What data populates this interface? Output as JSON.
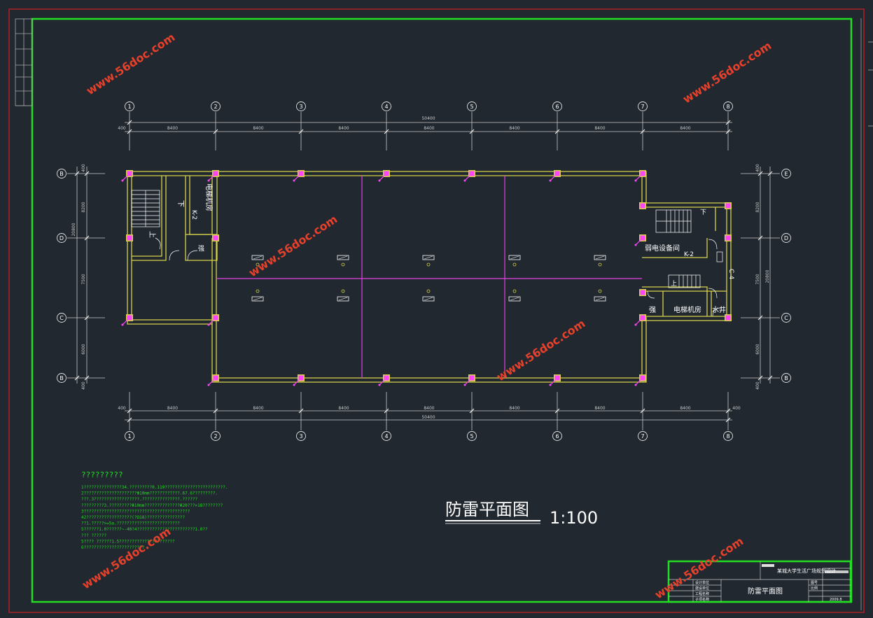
{
  "colors": {
    "background": "#212830",
    "outer_frame": "#cc2222",
    "inner_frame": "#22dd22",
    "wall": "#d8d24a",
    "roof_line": "#e040e0",
    "column": "#ff44ff",
    "dimension": "#c8c8c8",
    "watermark": "#e8402a",
    "notes": "#22dd22",
    "room_text": "#ffffff"
  },
  "axes": {
    "columns": [
      "1",
      "2",
      "3",
      "4",
      "5",
      "6",
      "7",
      "8"
    ],
    "rows_left": [
      "B",
      "D",
      "C",
      "B"
    ],
    "rows_right": [
      "E",
      "D",
      "C",
      "B"
    ]
  },
  "dimensions": {
    "top_total": "50400",
    "top_spans": [
      "8400",
      "8400",
      "8400",
      "8400",
      "8400",
      "8400",
      "8400"
    ],
    "top_end": "400",
    "bottom_total": "50400",
    "bottom_spans": [
      "8400",
      "8400",
      "8400",
      "8400",
      "8400",
      "8400",
      "8400"
    ],
    "bottom_end_left": "400",
    "bottom_end_right": "400",
    "left_total": "20800",
    "left_spans": [
      "8200",
      "7500",
      "6000"
    ],
    "left_end": "400",
    "right_total": "20800",
    "right_spans": [
      "8200",
      "7500",
      "6000"
    ],
    "right_end": "400"
  },
  "rooms": {
    "elevator_left": "电梯机房",
    "k2_left": "K-2",
    "down_left": "下",
    "up_left": "上",
    "small_left": "强",
    "weak_room": "弱电设备间",
    "k2_right": "K-2",
    "c4": "C-4",
    "up_right": "上",
    "down_right": "下",
    "strong_right": "强",
    "elevator_right": "电梯机房",
    "water_well": "水井"
  },
  "title": {
    "main": "防雷平面图",
    "scale": "1:100"
  },
  "notes": {
    "heading": "?????????",
    "lines": [
      "1???????????????34.?????????0.119????????????????????????.",
      "2?????????????????????Φ10mm????????????.67.6?????????.",
      "???.3??????????????????.???????????????.??????",
      "?????????3.?????????Φ10mm??????????????Φ20???×18????????",
      "3??????????????????????????????????????????",
      "42??????????????????(?Ω18)???????????????",
      "??1.?????>=5a.?????????????????????????",
      "5??????1.0??????~-40?4???????????????????????1.0??",
      "??? ??????",
      "5???? ??????1.5??????????????????????",
      "6????????????????????????"
    ]
  },
  "title_block": {
    "project": "某城大学生活广场规划设计",
    "drawing_name": "防雷平面图",
    "row1": "设计单位",
    "row2": "建设单位",
    "row3": "工程名称",
    "row4": "子项名称",
    "sheet_label": "图号",
    "scale_label": "比例",
    "date_value": "2009.8"
  },
  "watermarks": [
    "www.56doc.com",
    "www.56doc.com",
    "www.56doc.com",
    "www.56doc.com",
    "www.56doc.com",
    "www.56doc.com"
  ]
}
